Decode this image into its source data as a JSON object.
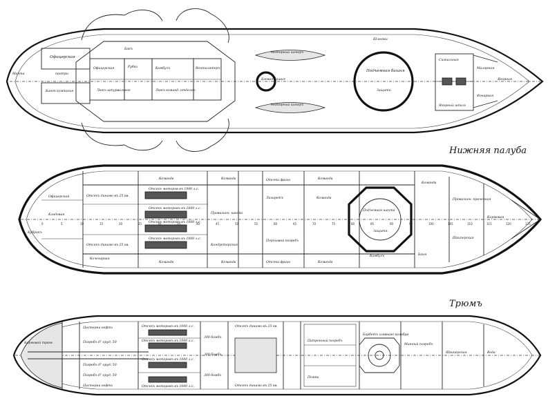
{
  "sections": {
    "lower_deck_title": "Нижняя палуба",
    "hold_title": "Трюмъ"
  },
  "upper_deck": {
    "labels": {
      "officers": "Офицерская",
      "pantry": "пантри",
      "officers_cabin": "Офицерская",
      "hatch_wheelroom": "Люкъ штурвальное",
      "hatch_commander": "Люкъ команд. отделен.",
      "deckhouse": "Рубка",
      "motor_launch_1": "Моторный катеръ",
      "motor_launch_2": "Моторный катеръ",
      "turret_main": "Боевая башня",
      "turret_rear": "Подъемная башня",
      "turret_rear_2": "Защитн.",
      "kitchen": "Камбузъ",
      "bridge": "Бакъ",
      "officers_hatch": "Кают компания",
      "ventilator": "Вентиляторъ",
      "anchor": "Якорный шпиль",
      "boats": "Шлюпки",
      "bow": "Малярная",
      "stern_hatch": "Якорная",
      "fore_stores": "Фонарная",
      "mast": "Мачта",
      "signal": "Сигнальная"
    }
  },
  "lower_deck": {
    "labels": {
      "crew_1": "Команда",
      "crew_2": "Команда",
      "crew_3": "Команда",
      "crew_4": "Команда",
      "crew_5": "Команда",
      "crew_6": "Команда",
      "crew_7": "Команда",
      "crew_8": "Команда",
      "engine_1": "Отсекъ моторов въ 1000 л.с.",
      "engine_2": "Отсекъ моторовъ въ 1000 л.с.",
      "engine_3": "Отсекъ моторовъ въ 1000 л.с.",
      "engine_4": "Отсекъ моторовъ въ 1000 л.с.",
      "dynamo_1": "Отсекъ динамо въ 25 кв.",
      "dynamo_2": "Отсекъ динамо въ 25 кв.",
      "officers": "Офицерская",
      "stores": "Кладовая",
      "infirmary": "Лазаретъ",
      "turret_hoist": "Подъемная шахта",
      "turret_hoist_2": "Защитн.",
      "apt_fraise": "Отсеки фраза",
      "apt_fraise_2": "Отсеки фраза",
      "stern": "Кормовая",
      "crew_washroom": "Кубрикъ",
      "stoker_mess": "Кочегарная",
      "provisions": "Провизион. каюта",
      "powder_room": "Пороховой погребъ",
      "conductor": "Кондукторская",
      "bow_hatch": "Провизион. прачечная",
      "sailor": "Шкиперская",
      "bath": "Баня",
      "galley": "Камбузъ"
    },
    "frames": [
      "0",
      "5",
      "10",
      "15",
      "20",
      "25",
      "30",
      "35",
      "40",
      "45",
      "50",
      "55",
      "60",
      "65",
      "70",
      "75",
      "80",
      "85",
      "90",
      "95",
      "100",
      "105",
      "110",
      "115",
      "120",
      "125"
    ]
  },
  "hold": {
    "labels": {
      "engine_1": "Отсекъ моторовъ въ 1000 л.с.",
      "engine_2": "Отсекъ моторовъ въ 1000 л.с.",
      "engine_3": "Отсекъ моторовъ въ 1000 л.с.",
      "engine_4": "Отсекъ моторовъ въ 1000 л.с.",
      "fuel_1": "Цистерна нефть",
      "fuel_2": "Цистерна нефть",
      "magazine_1": "Погребъ 6\" оруд. 50",
      "magazine_2": "Погребъ 6\" оруд. 50",
      "magazine_3": "Погребъ 6\" оруд. 50",
      "shells_1": "300 бомбъ",
      "shells_2": "300 бомбъ",
      "shells_3": "300 бомбъ",
      "dynamo_1": "Отсекъ динамо въ 25 кв.",
      "dynamo_2": "Отсекъ динамо въ 25 кв.",
      "turret_base": "Барбетъ главнаго калибра",
      "cable_tier": "Патронный погребъ",
      "torpedo": "Минный погребъ",
      "pump": "Помпа",
      "stores": "Шкиперская",
      "water": "Вода",
      "aft_hold": "Кормовой трюм"
    }
  }
}
